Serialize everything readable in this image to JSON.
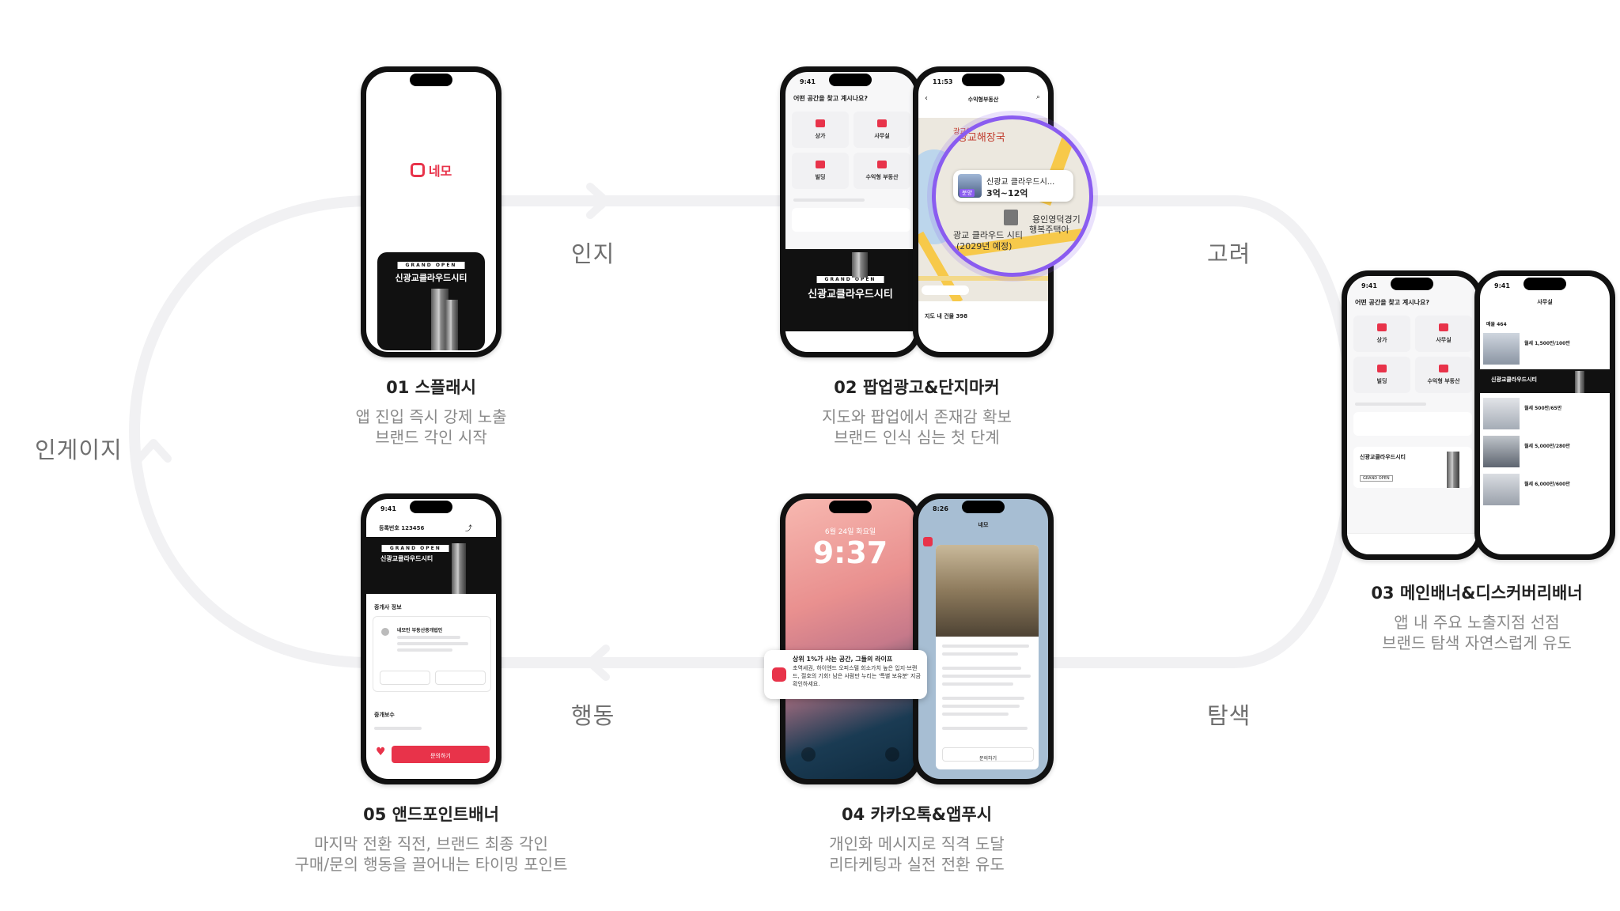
{
  "stages": {
    "awareness": "인지",
    "consideration": "고려",
    "exploration": "탐색",
    "action": "행동",
    "engagement": "인게이지"
  },
  "steps": [
    {
      "title": "01 스플래시",
      "desc1": "앱 진입 즉시 강제 노출",
      "desc2": "브랜드 각인 시작"
    },
    {
      "title": "02 팝업광고&단지마커",
      "desc1": "지도와 팝업에서 존재감 확보",
      "desc2": "브랜드 인식 심는 첫 단계"
    },
    {
      "title": "03 메인배너&디스커버리배너",
      "desc1": "앱 내 주요 노출지점 선점",
      "desc2": "브랜드 탐색 자연스럽게 유도"
    },
    {
      "title": "04 카카오톡&앱푸시",
      "desc1": "개인화 메시지로 직격 도달",
      "desc2": "리타케팅과 실전 전환 유도"
    },
    {
      "title": "05 앤드포인트배너",
      "desc1": "마지막 전환 직전, 브랜드 최종 각인",
      "desc2": "구매/문의 행동을 끌어내는 타이밍 포인트"
    }
  ],
  "colors": {
    "brand": "#e8334a",
    "loop": "#f1f1f3",
    "marker_ring": "#8a5cf0",
    "stage_text": "#6f6f6f"
  },
  "phone_ui": {
    "logo": "네모",
    "banner_tag": "GRAND OPEN",
    "banner_title": "신광교클라우드시티",
    "time_941": "9:41",
    "time_1153": "11:53",
    "time_826": "8:26",
    "home_question": "어떤 공간을 찾고 계시나요?",
    "tiles": [
      "상가",
      "사무실",
      "빌딩",
      "수익형 부동산"
    ],
    "map_header": "수익형부동산",
    "map_place": "광교해장국",
    "marker_name": "신광교 클라우드시...",
    "marker_badge": "분양",
    "marker_price": "3억~12억",
    "map_label_city": "광교 클라우드 시티",
    "map_label_year": "(2029년 예정)",
    "map_label_housing1": "용인영덕경기",
    "map_label_housing2": "행복주택아",
    "map_bottom": "지도 내 건물 398",
    "office_header": "사무실",
    "office_count": "매물 464",
    "office_prices": [
      "월세 1,500만/100만",
      "월세 500만/65만",
      "월세 5,000만/280만",
      "월세 6,000만/600만"
    ],
    "listing_no": "등록번호 123456",
    "agent_section": "중개사 정보",
    "agent_name": "네모인 부동산중개법인",
    "fee_section": "중개보수",
    "inquiry_button": "문의하기",
    "lock_date": "6월 24일 화요일",
    "lock_time": "9:37",
    "push_title": "상위 1%가 사는 공간, 그들의 라이프",
    "push_body": "초역세권, 하이엔드 오피스텔 희소가치 높은 입지·브랜드, 절호의 기회! 남은 사람만 누리는 '특별 보유분' 지금 확인하세요.",
    "kakao_header": "네모"
  }
}
